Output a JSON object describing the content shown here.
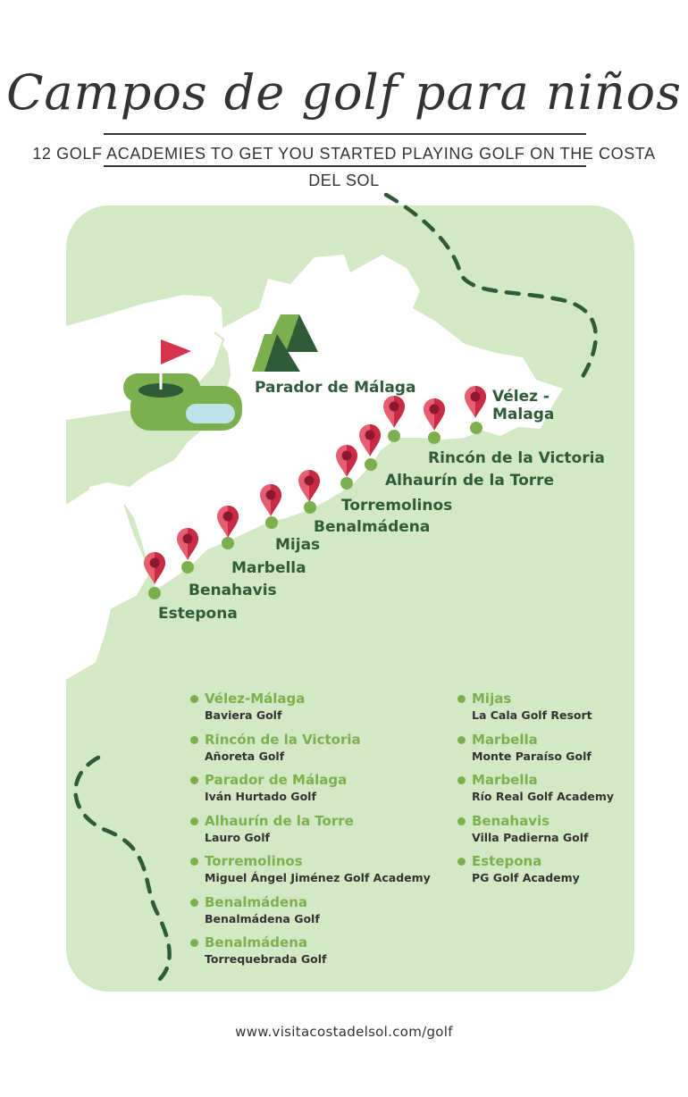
{
  "header": {
    "title": "Campos de golf para niños",
    "subtitle": "12 GOLF ACADEMIES TO GET YOU STARTED PLAYING GOLF ON THE COSTA DEL SOL"
  },
  "colors": {
    "panel": "#d3e8c4",
    "land": "#ffffff",
    "dark_green": "#2f5b39",
    "light_green": "#7cb04f",
    "pin_red": "#d6334c"
  },
  "icons": [
    "golf-flag-icon",
    "mountains-icon",
    "map-pin-icon",
    "dashed-path-icon"
  ],
  "map": {
    "labels": {
      "parador": "Parador de Málaga",
      "velez": "Vélez -\nMalaga",
      "rincon": "Rincón de la Victoria",
      "alhaurin": "Alhaurín de la Torre",
      "torremolinos": "Torremolinos",
      "benalmadena": "Benalmádena",
      "mijas": "Mijas",
      "marbella": "Marbella",
      "benahavis": "Benahavis",
      "estepona": "Estepona"
    }
  },
  "academies_left": [
    {
      "town": "Vélez-Málaga",
      "course": "Baviera Golf"
    },
    {
      "town": "Rincón de la Victoria",
      "course": "Añoreta Golf"
    },
    {
      "town": "Parador de Málaga",
      "course": "Iván Hurtado Golf"
    },
    {
      "town": "Alhaurín de la Torre",
      "course": "Lauro Golf"
    },
    {
      "town": "Torremolinos",
      "course": "Miguel Ángel Jiménez Golf Academy"
    },
    {
      "town": "Benalmádena",
      "course": "Benalmádena Golf"
    },
    {
      "town": "Benalmádena",
      "course": "Torrequebrada Golf"
    }
  ],
  "academies_right": [
    {
      "town": "Mijas",
      "course": "La Cala Golf Resort"
    },
    {
      "town": "Marbella",
      "course": "Monte Paraíso Golf"
    },
    {
      "town": "Marbella",
      "course": "Río Real Golf Academy"
    },
    {
      "town": "Benahavis",
      "course": "Villa Padierna Golf"
    },
    {
      "town": "Estepona",
      "course": "PG Golf Academy"
    }
  ],
  "footer": {
    "url": "www.visitacostadelsol.com/golf"
  }
}
